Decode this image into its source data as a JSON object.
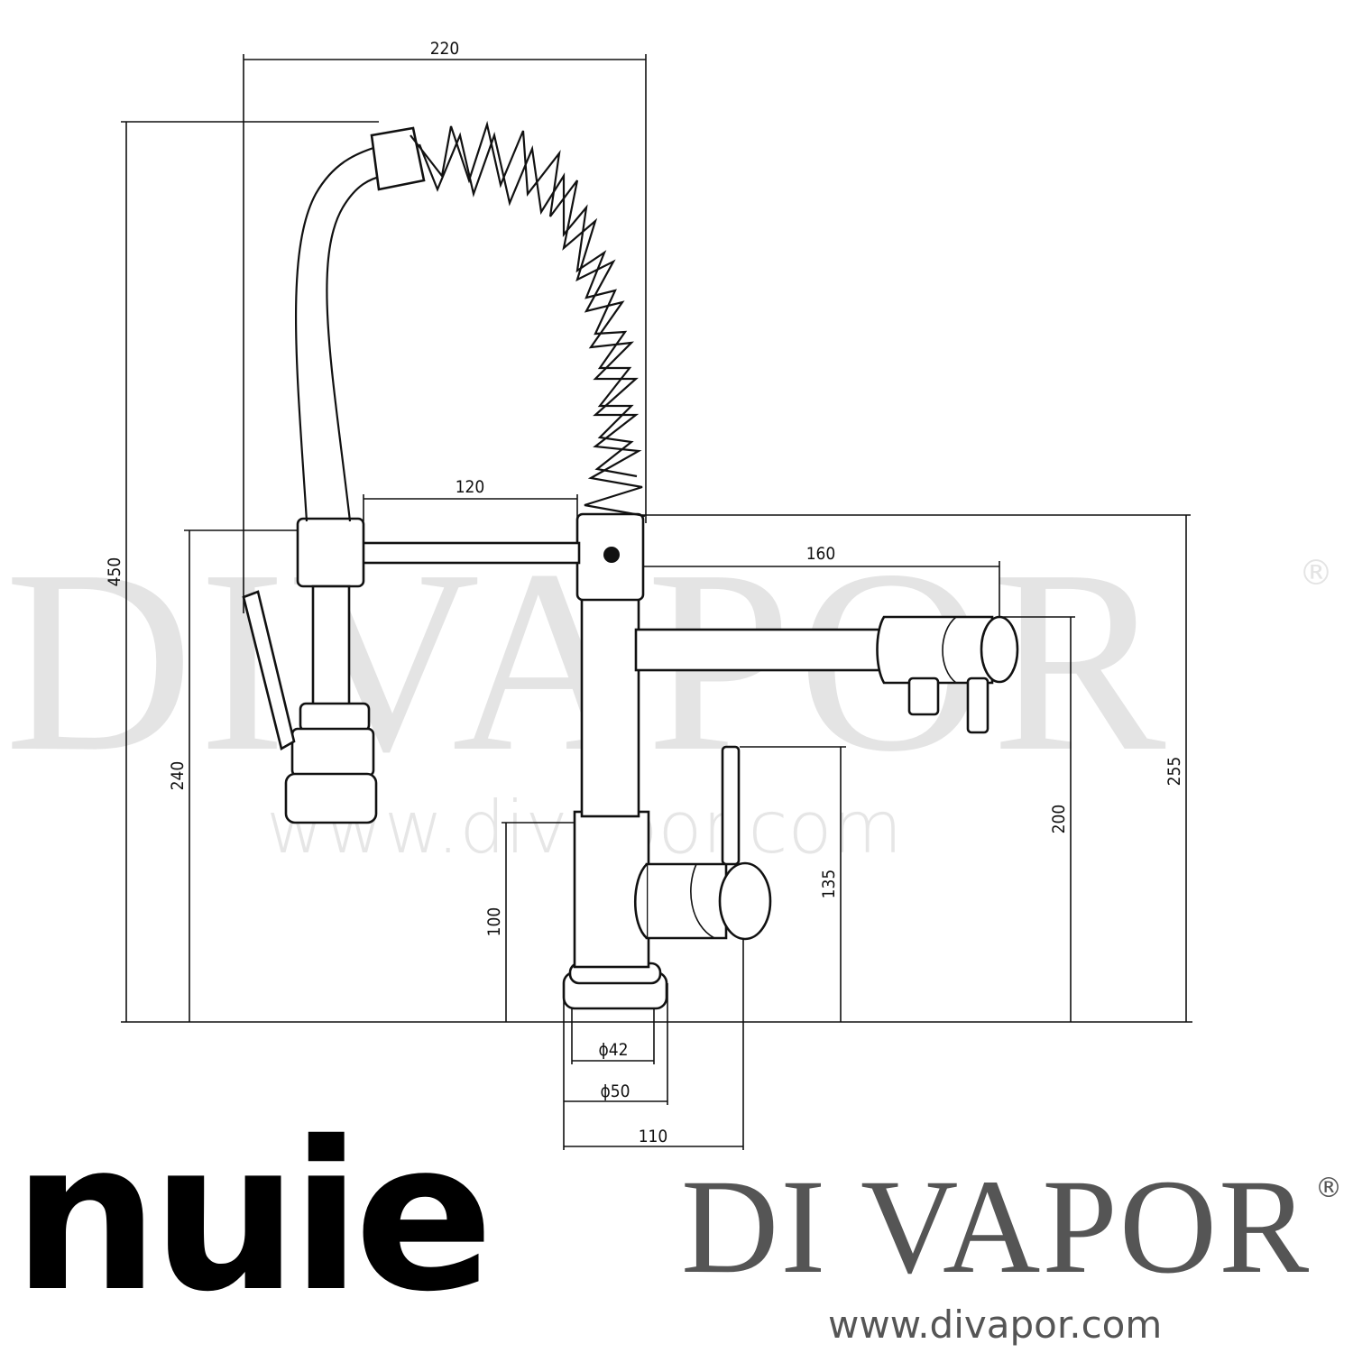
{
  "watermark": {
    "brand": "DIVAPOR",
    "registered": "®",
    "url": "www.divapor.com"
  },
  "dimensions": {
    "width_total": "220",
    "height_total": "450",
    "spout_reach": "120",
    "side_reach": "160",
    "height_240": "240",
    "height_255": "255",
    "height_200": "200",
    "height_135": "135",
    "height_100": "100",
    "dia_inner": "ϕ42",
    "dia_outer": "ϕ50",
    "base_reach": "110"
  },
  "logos": {
    "nuie": "nuie",
    "divapor": "DI VAPOR",
    "divapor_registered": "®",
    "divapor_url": "www.divapor.com"
  },
  "colors": {
    "line": "#111111",
    "watermark": "#e4e4e4",
    "brand_grey": "#555555"
  }
}
